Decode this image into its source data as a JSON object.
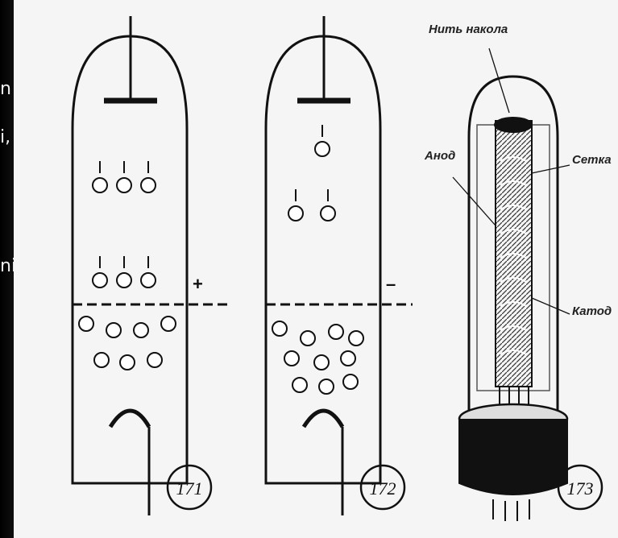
{
  "left_fragments": [
    "n",
    "i,",
    "ni"
  ],
  "figures": [
    {
      "number": "171",
      "sign": "+"
    },
    {
      "number": "172",
      "sign": "–"
    },
    {
      "number": "173"
    }
  ],
  "labels": {
    "filament": "Нить накола",
    "anode": "Анод",
    "grid": "Сетка",
    "cathode": "Катод"
  }
}
